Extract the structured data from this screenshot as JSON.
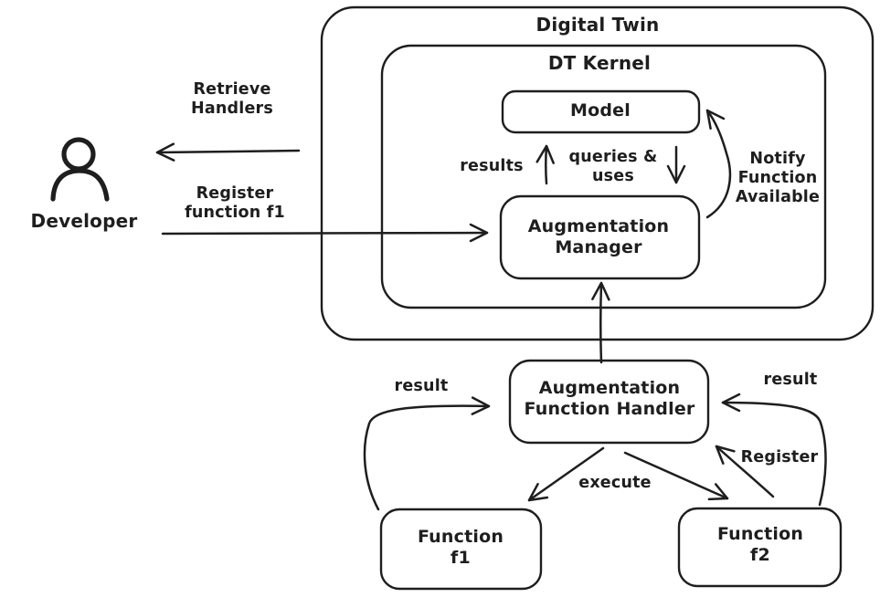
{
  "colors": {
    "stroke": "#1e1e1e",
    "background": "#ffffff"
  },
  "nodes": {
    "digital_twin": {
      "label": "Digital Twin"
    },
    "dt_kernel": {
      "label": "DT Kernel"
    },
    "model": {
      "label": "Model"
    },
    "augmentation_manager": {
      "label": "Augmentation\nManager"
    },
    "augmentation_function_handler": {
      "label": "Augmentation\nFunction Handler"
    },
    "function_f1": {
      "label": "Function\nf1"
    },
    "function_f2": {
      "label": "Function\nf2"
    },
    "developer": {
      "label": "Developer"
    }
  },
  "edges": {
    "retrieve_handlers": {
      "label": "Retrieve\nHandlers"
    },
    "register_function_f1": {
      "label": "Register\nfunction f1"
    },
    "results": {
      "label": "results"
    },
    "queries_uses": {
      "label": "queries &\nuses"
    },
    "notify_function_available": {
      "label": "Notify\nFunction\nAvailable"
    },
    "result_from_f1": {
      "label": "result"
    },
    "result_from_f2": {
      "label": "result"
    },
    "register_from_f2": {
      "label": "Register"
    },
    "execute": {
      "label": "execute"
    }
  },
  "icons": {
    "developer_actor": "person-icon"
  }
}
